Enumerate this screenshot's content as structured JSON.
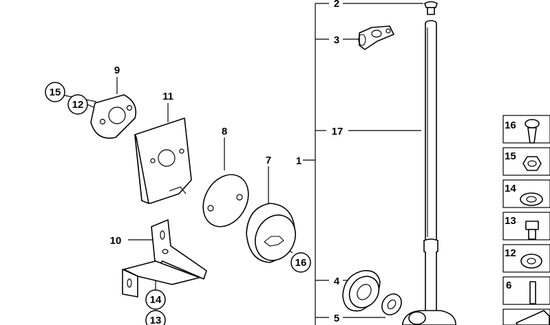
{
  "callouts": {
    "p1": "1",
    "p2": "2",
    "p3": "3",
    "p4": "4",
    "p5": "5",
    "p7": "7",
    "p8": "8",
    "p9": "9",
    "p10": "10",
    "p11": "11",
    "p12": "12",
    "p13": "13",
    "p14": "14",
    "p15": "15",
    "p16": "16",
    "p17": "17"
  },
  "legend": [
    "16",
    "15",
    "14",
    "13",
    "12",
    "6"
  ]
}
